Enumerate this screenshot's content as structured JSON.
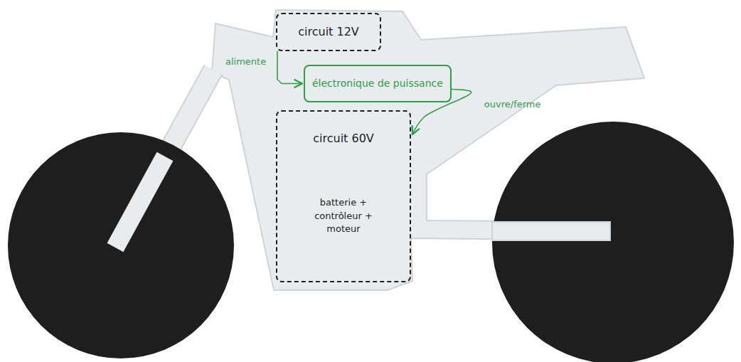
{
  "diagram": {
    "nodes": [
      {
        "text": [
          "circuit 12V"
        ]
      },
      {
        "text": [
          "électronique de puissance"
        ]
      },
      {
        "text": [
          "circuit 60V",
          "batterie + contrôleur + moteur"
        ]
      }
    ],
    "edges": [
      {
        "from": 0,
        "to": 1,
        "label": "alimente",
        "arrow": "to"
      },
      {
        "from": 1,
        "to": 2,
        "label": "ouvre/ferme",
        "arrow": "to"
      }
    ]
  }
}
